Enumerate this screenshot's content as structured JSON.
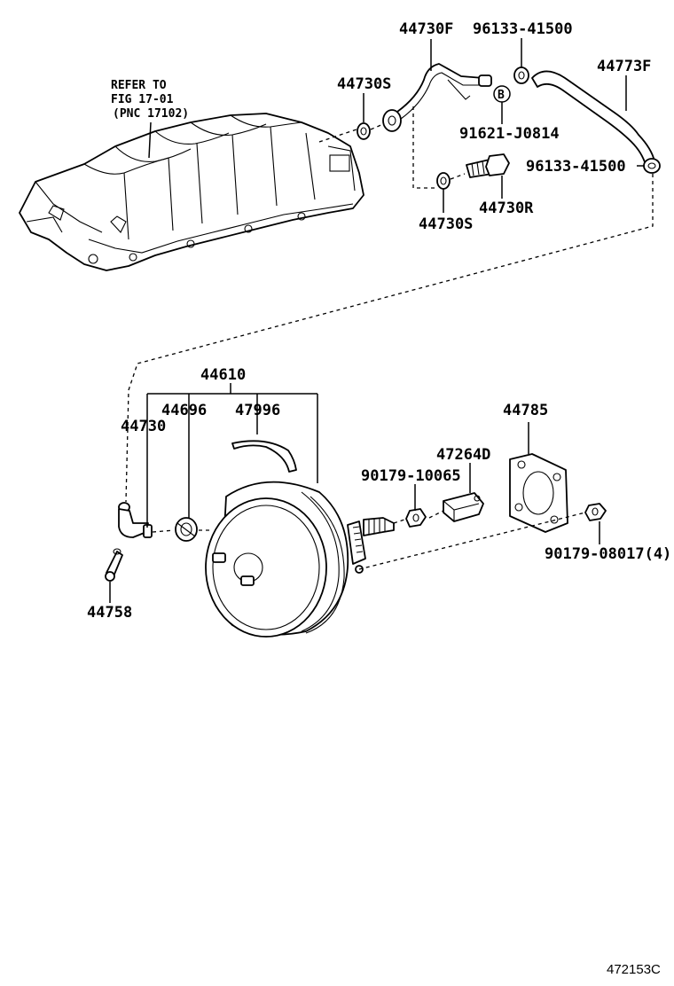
{
  "refer_note": {
    "line1": "REFER TO",
    "line2": "FIG 17-01",
    "line3": "(PNC 17102)"
  },
  "callouts": {
    "p44730F": "44730F",
    "p96133_41500_top": "96133-41500",
    "p44773F": "44773F",
    "p44730S_top": "44730S",
    "circle_b": "B",
    "p91621_J0814": "91621-J0814",
    "p96133_41500_mid": "96133-41500",
    "p44730R": "44730R",
    "p44730S_bottom": "44730S",
    "p44610": "44610",
    "p44696": "44696",
    "p47996": "47996",
    "p44730": "44730",
    "p44785": "44785",
    "p47264D": "47264D",
    "p90179_10065": "90179-10065",
    "p90179_08017": "90179-08017(4)",
    "p44758": "44758"
  },
  "figure_number": "472153C"
}
